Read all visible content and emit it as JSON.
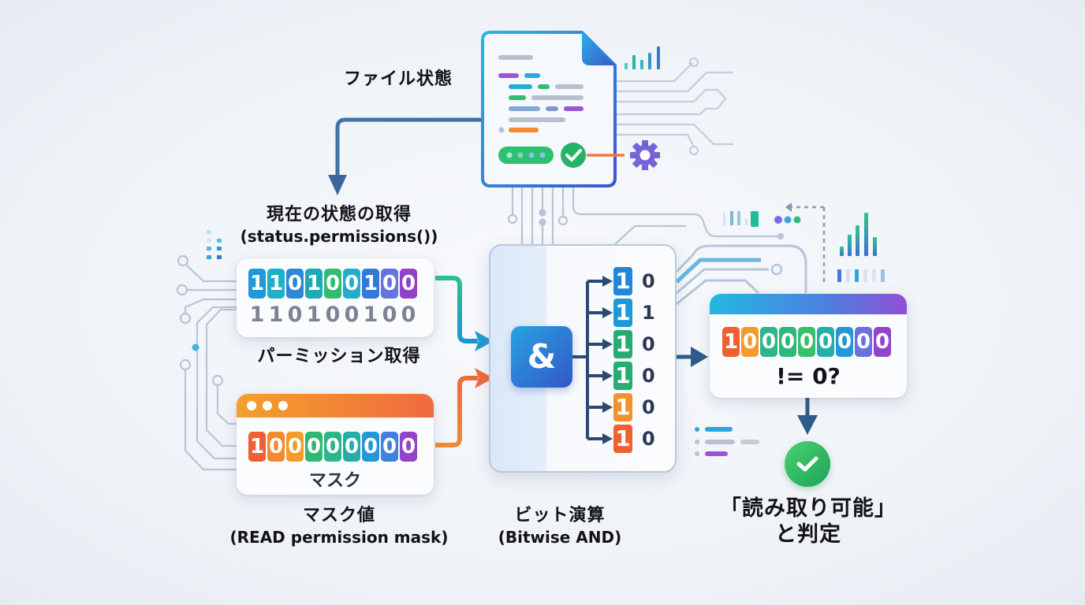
{
  "colors": {
    "arrow_dark": "#2f5a8c",
    "teal": "#22b9a0",
    "orange": "#f07a3a",
    "blue": "#2a8fdc",
    "purple": "#8b4fd0",
    "green": "#2fbf71",
    "circuit": "#b8c5d6"
  },
  "file_state": {
    "label": "ファイル状態"
  },
  "status_box": {
    "title": "現在の状態の取得",
    "subtitle": "(status.permissions())",
    "bits": [
      "1",
      "1",
      "0",
      "1",
      "0",
      "0",
      "1",
      "0",
      "0"
    ],
    "bit_colors": [
      "#1f9ad8",
      "#1fb0c9",
      "#2e86d6",
      "#1fa9b8",
      "#2fbd6e",
      "#22aeca",
      "#3379d8",
      "#6674e0",
      "#9140c8"
    ],
    "plain_bits": [
      "1",
      "1",
      "0",
      "1",
      "0",
      "0",
      "1",
      "0",
      "0"
    ],
    "caption": "パーミッション取得"
  },
  "mask_box": {
    "bits": [
      "1",
      "0",
      "0",
      "0",
      "0",
      "0",
      "0",
      "0",
      "0"
    ],
    "bit_colors": [
      "#ee5f33",
      "#f38a2e",
      "#f39b2b",
      "#2fb86f",
      "#2bb588",
      "#22aea6",
      "#2497d8",
      "#4180e0",
      "#9145c8"
    ],
    "inner_label": "マスク",
    "title": "マスク値",
    "subtitle": "(READ permission mask)"
  },
  "operation": {
    "symbol": "&",
    "title": "ビット演算",
    "subtitle": "(Bitwise AND)",
    "rows": [
      {
        "bit": "1",
        "value": "0",
        "color": "#1f86d8"
      },
      {
        "bit": "1",
        "value": "1",
        "color": "#1c9ad8"
      },
      {
        "bit": "1",
        "value": "0",
        "color": "#23ad70"
      },
      {
        "bit": "1",
        "value": "0",
        "color": "#23ad70"
      },
      {
        "bit": "1",
        "value": "0",
        "color": "#f3922a"
      },
      {
        "bit": "1",
        "value": "0",
        "color": "#ef6230"
      }
    ]
  },
  "result_box": {
    "bits": [
      "1",
      "0",
      "0",
      "0",
      "0",
      "0",
      "0",
      "0",
      "0"
    ],
    "bit_colors": [
      "#ee5f33",
      "#f59a2d",
      "#2fb58a",
      "#2fb878",
      "#35c06a",
      "#22b0a8",
      "#2497d8",
      "#6a70de",
      "#9145c8"
    ],
    "condition": "!= 0?"
  },
  "verdict": {
    "line1": "「読み取り可能」",
    "line2": "と判定"
  }
}
